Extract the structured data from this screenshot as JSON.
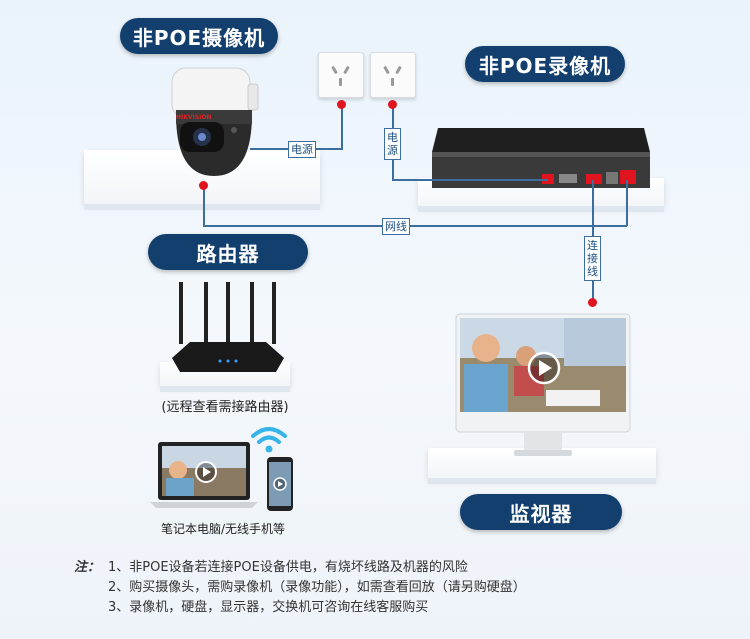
{
  "labels": {
    "camera": "非POE摄像机",
    "recorder": "非POE录像机",
    "router": "路由器",
    "monitor": "监视器"
  },
  "cables": {
    "power1": "电源",
    "power2": "电源",
    "network": "网线",
    "connect": "连接线"
  },
  "captions": {
    "router_note": "(远程查看需接路由器)",
    "devices": "笔记本电脑/无线手机等"
  },
  "brand": "HIKVISION",
  "notes": {
    "mark": "注：",
    "items": [
      "1、非POE设备若连接POE设备供电，有烧坏线路及机器的风险",
      "2、购买摄像头，需购录像机（录像功能），如需查看回放（请另购硬盘）",
      "3、录像机，硬盘，显示器，交换机可咨询在线客服购买"
    ]
  },
  "colors": {
    "pill": "#123f6e",
    "cable": "#3b6e9e",
    "dot": "#e0141e"
  }
}
